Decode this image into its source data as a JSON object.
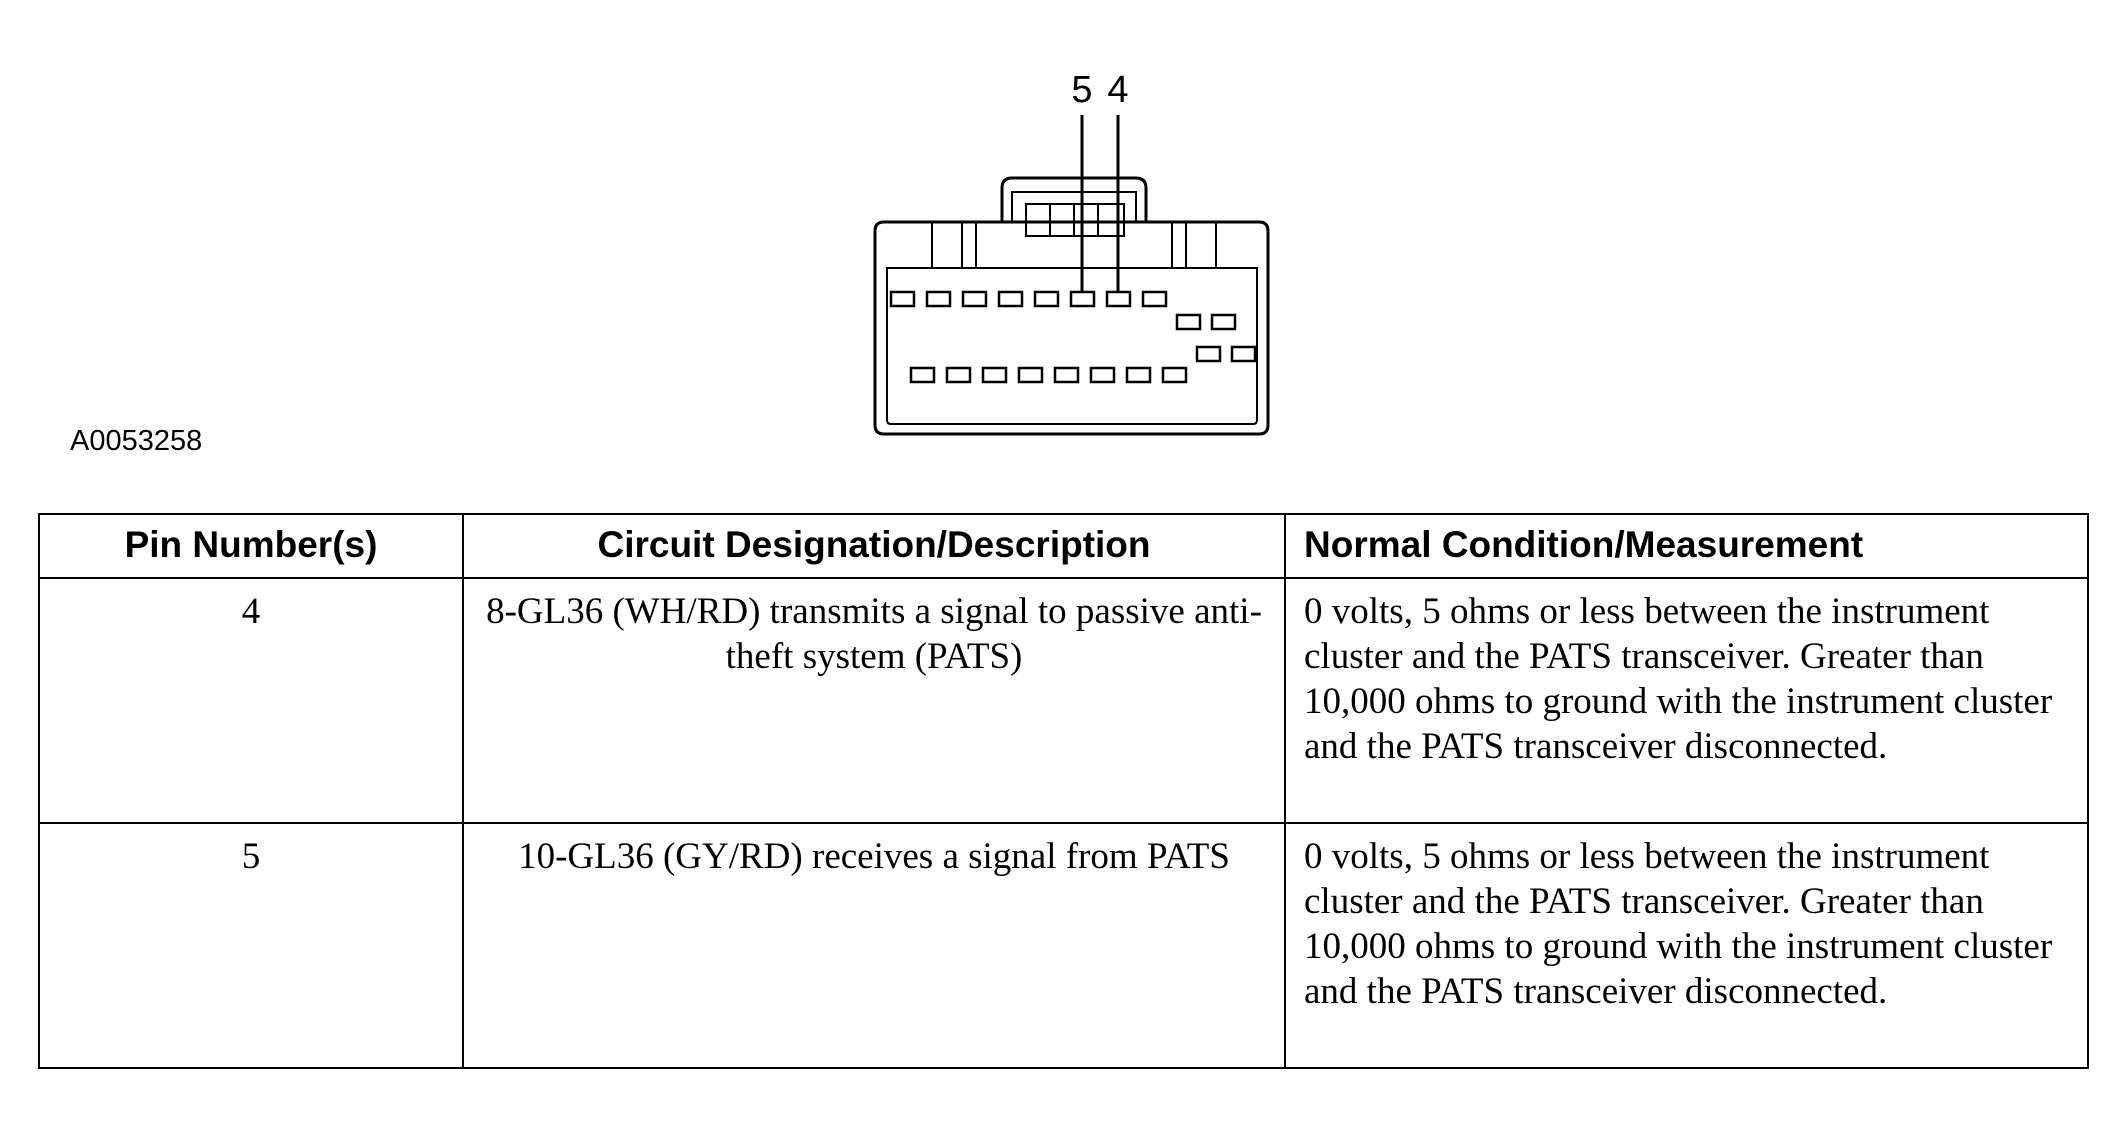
{
  "diagram": {
    "pin_callouts": [
      {
        "id": "pin-callout-5",
        "label": "5"
      },
      {
        "id": "pin-callout-4",
        "label": "4"
      }
    ],
    "figure_id": "A0053258"
  },
  "table": {
    "headers": {
      "pin": "Pin Number(s)",
      "circuit": "Circuit Designation/Description",
      "condition": "Normal Condition/Measurement"
    },
    "rows": [
      {
        "pin": "4",
        "circuit": "8-GL36 (WH/RD) transmits a signal to passive anti-theft system (PATS)",
        "condition": "0 volts, 5 ohms or less between the instrument cluster and the PATS transceiver. Greater than 10,000 ohms to ground with the instrument cluster and the PATS transceiver disconnected."
      },
      {
        "pin": "5",
        "circuit": "10-GL36 (GY/RD) receives a signal from PATS",
        "condition": "0 volts, 5 ohms or less between the instrument cluster and the PATS transceiver. Greater than 10,000 ohms to ground with the instrument cluster and the PATS transceiver disconnected."
      }
    ]
  }
}
